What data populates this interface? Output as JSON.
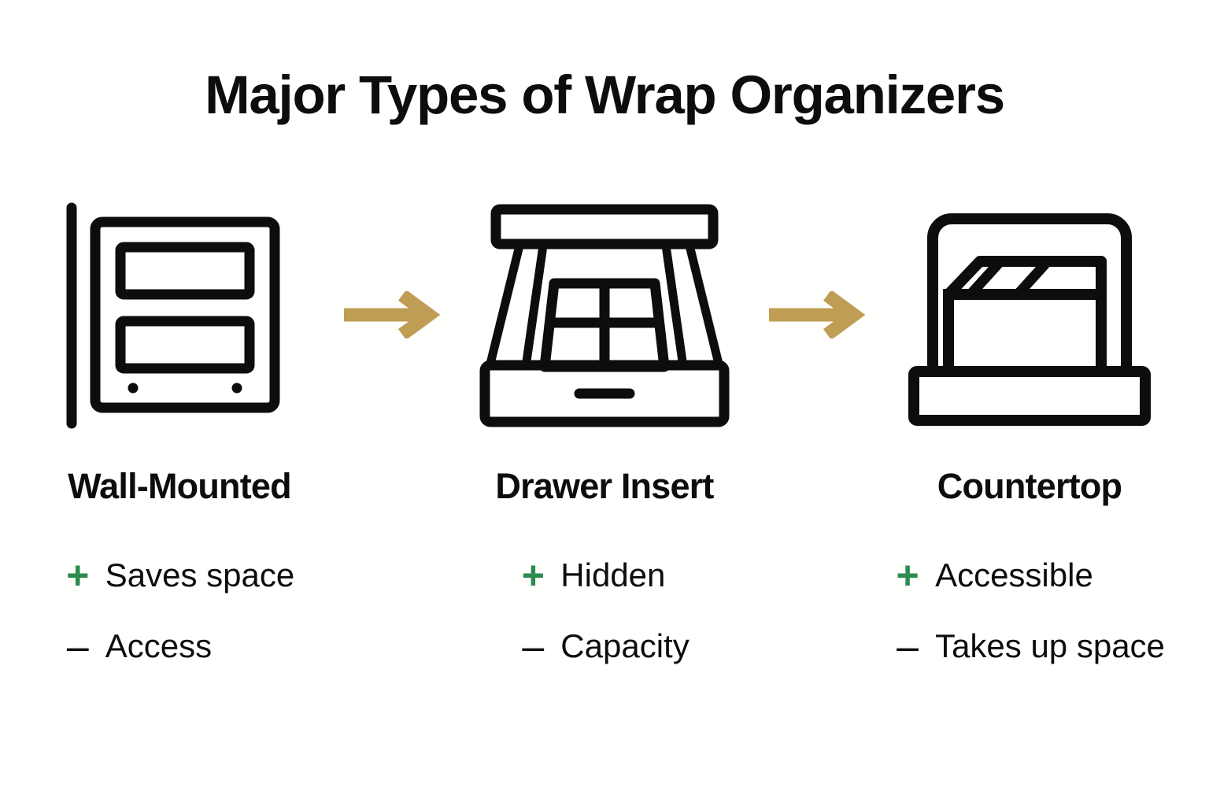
{
  "title": "Major Types of Wrap Organizers",
  "theme": {
    "background": "#fffffd",
    "ink": "#0d0d0d",
    "arrow": "#bf9d55",
    "pro_green": "#2e8b50"
  },
  "signs": {
    "pro": "+",
    "con": "–"
  },
  "columns": [
    {
      "id": "wall-mounted",
      "title": "Wall-Mounted",
      "icon": "wall-mounted-rack-icon",
      "pro": "Saves space",
      "con": "Access"
    },
    {
      "id": "drawer-insert",
      "title": "Drawer Insert",
      "icon": "drawer-insert-icon",
      "pro": "Hidden",
      "con": "Capacity"
    },
    {
      "id": "countertop",
      "title": "Countertop",
      "icon": "countertop-caddy-icon",
      "pro": "Accessible",
      "con": "Takes up space"
    }
  ],
  "connectors": [
    {
      "id": "arrow-1",
      "icon": "arrow-right-icon"
    },
    {
      "id": "arrow-2",
      "icon": "arrow-right-icon"
    }
  ]
}
